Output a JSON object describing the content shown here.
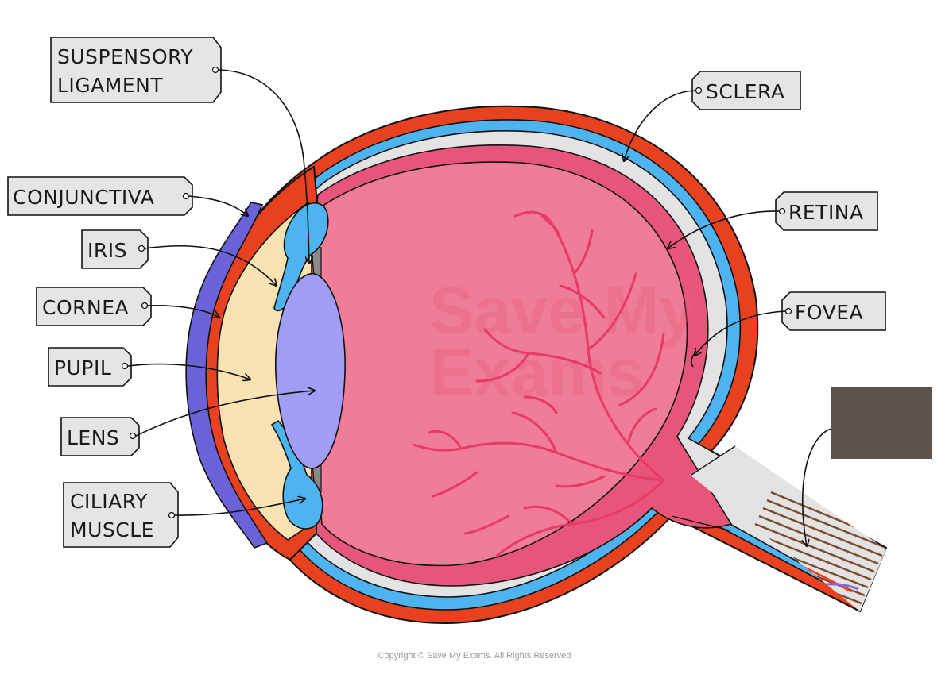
{
  "labels": {
    "suspensory_line1": "SUSPENSORY",
    "suspensory_line2": "LIGAMENT",
    "conjunctiva": "CONJUNCTIVA",
    "iris": "IRIS",
    "cornea": "CORNEA",
    "pupil": "PUPIL",
    "lens": "LENS",
    "ciliary_line1": "CILIARY",
    "ciliary_line2": "MUSCLE",
    "sclera": "SCLERA",
    "retina": "RETINA",
    "fovea": "FOVEA"
  },
  "watermark": {
    "line1": "Save My",
    "line2": "Exams"
  },
  "copyright": "Copyright © Save My Exams. All Rights Reserved",
  "colors": {
    "sclera": "#e8411f",
    "choroid": "#4db4f0",
    "retina": "#e8557a",
    "vitreous": "#ef7d97",
    "vessels": "#e83a64",
    "cornea_humor": "#fae3b2",
    "lens": "#a29ef6",
    "conjunctiva": "#6a62d6",
    "ciliary": "#5bb8f5",
    "tag_fill": "#e5e5e5",
    "redacted_box": "#5c534e"
  }
}
